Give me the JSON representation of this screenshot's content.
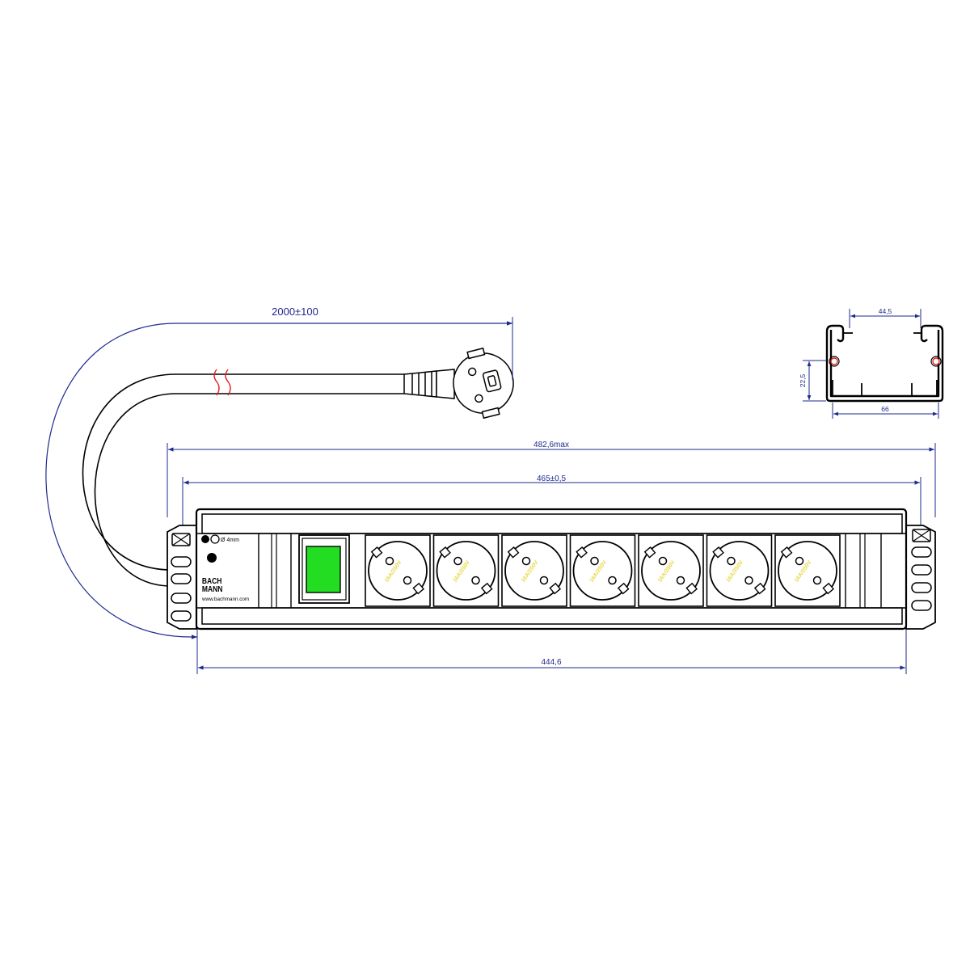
{
  "colors": {
    "dimension": "#1f2a8f",
    "outline": "#000000",
    "switch": "#22dd22",
    "break_mark": "#e02020",
    "rating_label": "#e8d84a"
  },
  "dimensions": {
    "cable_length": "2000±100",
    "overall_width": "482,6max",
    "mounting_hole_distance": "465±0,5",
    "body_length": "444,6",
    "profile_inner_width": "44,5",
    "profile_outer_width": "66",
    "profile_height": "22,5"
  },
  "labels": {
    "brand_line_1": "BACH",
    "brand_line_2": "MANN",
    "website": "www.bachmann.com",
    "hole_size": "Ø 4mm"
  },
  "sockets": {
    "count": 7,
    "rating_text": "16A/250V",
    "icon": "schuko-socket-icon"
  },
  "switch": {
    "icon": "rocker-switch-icon"
  },
  "plug": {
    "icon": "angled-schuko-plug-icon"
  }
}
